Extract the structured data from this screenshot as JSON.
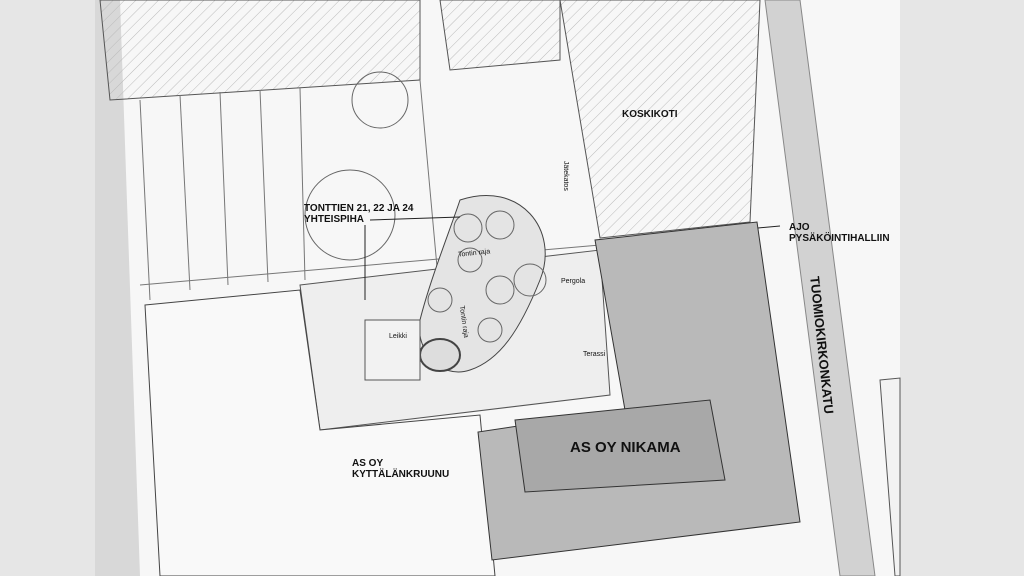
{
  "labels": {
    "koskikoti": "KOSKIKOTI",
    "yard_line1": "TONTTIEN 21, 22 JA 24",
    "yard_line2": "YHTEISPIHA",
    "ajo_line1": "AJO",
    "ajo_line2": "PYSÄKÖINTIHALLIIN",
    "street": "TUOMIOKIRKONKATU",
    "nikama": "AS OY NIKAMA",
    "kyttala_line1": "AS OY",
    "kyttala_line2": "KYTTÄLÄNKRUUNU",
    "tontin_raja_1": "Tontin raja",
    "tontin_raja_2": "Tontin raja",
    "leikki": "Leikki",
    "pergola": "Pergola",
    "terassi": "Terassi",
    "jatekatos": "Jätekatos"
  },
  "colors": {
    "paper": "#f7f7f7",
    "building_gray": "#b9b9b9",
    "building_dark": "#a8a8a8",
    "street": "#d2d2d2",
    "line": "#444444"
  }
}
